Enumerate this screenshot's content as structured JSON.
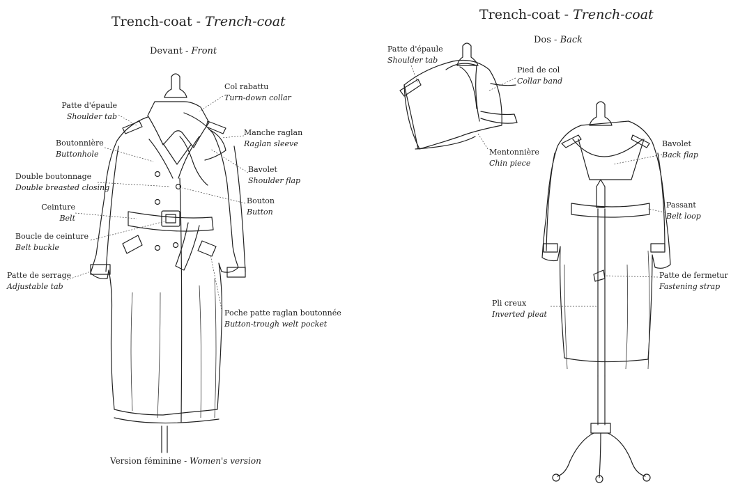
{
  "front": {
    "title_fr": "Trench-coat",
    "title_sep": " - ",
    "title_en": "Trench-coat",
    "subtitle_fr": "Devant",
    "subtitle_sep": " - ",
    "subtitle_en": "Front",
    "caption_fr": "Version féminine",
    "caption_sep": " - ",
    "caption_en": "Women's version",
    "labels": {
      "col_rabattu": {
        "fr": "Col rabattu",
        "en": "Turn-down collar"
      },
      "patte_epaule": {
        "fr": "Patte d'épaule",
        "en": "Shoulder tab"
      },
      "manche_raglan": {
        "fr": "Manche raglan",
        "en": "Raglan sleeve"
      },
      "boutonniere": {
        "fr": "Boutonnière",
        "en": "Buttonhole"
      },
      "bavolet": {
        "fr": "Bavolet",
        "en": "Shoulder flap"
      },
      "double_boutonnage": {
        "fr": "Double boutonnage",
        "en": "Double breasted closing"
      },
      "bouton": {
        "fr": "Bouton",
        "en": "Button"
      },
      "ceinture": {
        "fr": "Ceinture",
        "en": "Belt"
      },
      "boucle": {
        "fr": "Boucle de ceinture",
        "en": "Belt buckle"
      },
      "patte_serrage": {
        "fr": "Patte de serrage",
        "en": "Adjustable tab"
      },
      "poche": {
        "fr": "Poche patte raglan boutonnée",
        "en": "Button-trough welt pocket"
      }
    }
  },
  "back": {
    "title_fr": "Trench-coat",
    "title_sep": " - ",
    "title_en": "Trench-coat",
    "subtitle_fr": "Dos",
    "subtitle_sep": " - ",
    "subtitle_en": "Back",
    "labels": {
      "patte_epaule": {
        "fr": "Patte d'épaule",
        "en": "Shoulder tab"
      },
      "pied_col": {
        "fr": "Pied de col",
        "en": "Collar band"
      },
      "mentonniere": {
        "fr": "Mentonnière",
        "en": "Chin piece"
      },
      "bavolet": {
        "fr": "Bavolet",
        "en": "Back flap"
      },
      "passant": {
        "fr": "Passant",
        "en": "Belt loop"
      },
      "patte_fermetur": {
        "fr": "Patte de fermetur",
        "en": "Fastening strap"
      },
      "pli_creux": {
        "fr": "Pli creux",
        "en": "Inverted pleat"
      }
    }
  }
}
